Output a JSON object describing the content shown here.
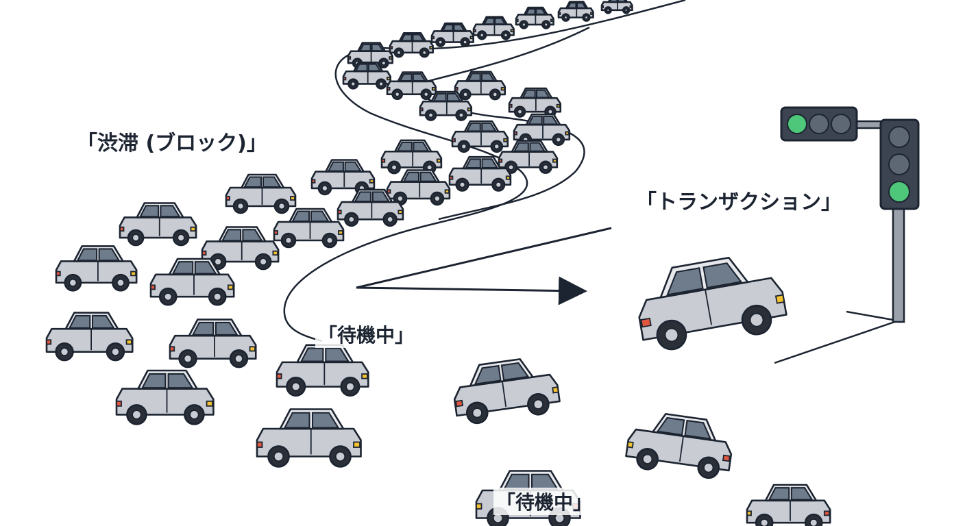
{
  "labels": {
    "block": "「渋滞 (ブロック)」",
    "transaction": "「トランザクション」",
    "waiting_1": "「待機中」",
    "waiting_2": "「待機中」"
  },
  "colors": {
    "outline": "#1c2431",
    "car_body": "#c9ccd2",
    "car_roof": "#e6e8eb",
    "car_window": "#6f7c8c",
    "headlight": "#f2c230",
    "taillight": "#e2573f",
    "tire": "#2b3038",
    "signal_housing": "#3b4450",
    "signal_green": "#4fc77a",
    "signal_off": "#5e6874"
  },
  "icons": [
    "traffic-signal-icon",
    "arrow-right-icon",
    "car-icon"
  ]
}
